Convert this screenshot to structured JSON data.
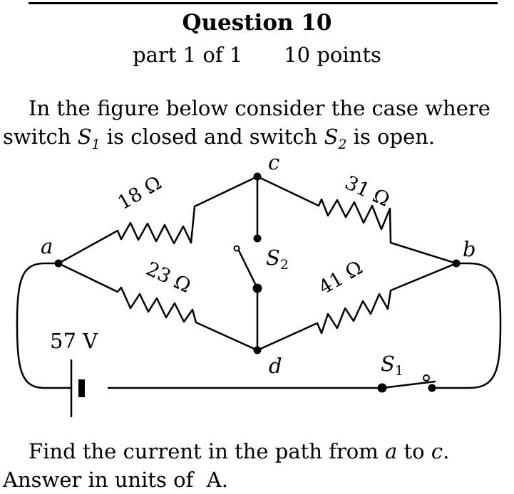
{
  "header": {
    "title": "Question 10",
    "part": "part 1 of 1",
    "points": "10 points"
  },
  "problem": {
    "intro_pre": "In the figure below consider the case where switch ",
    "s1_letter": "S",
    "s1_sub": "1",
    "intro_mid": " is closed and switch ",
    "s2_letter": "S",
    "s2_sub": "2",
    "intro_post": " is open.",
    "question_pre": "Find the current in the path from ",
    "node_a": "a",
    "question_mid": " to ",
    "node_c": "c",
    "question_post": ".",
    "answer_units": "Answer in units of  A."
  },
  "circuit": {
    "nodes": {
      "a": "a",
      "b": "b",
      "c": "c",
      "d": "d"
    },
    "resistors": {
      "r_ac": "18 Ω",
      "r_ad": "23 Ω",
      "r_cb": "31 Ω",
      "r_db": "41 Ω"
    },
    "battery_voltage": "57 V",
    "switch_cd": {
      "letter": "S",
      "sub": "2"
    },
    "switch_main": {
      "letter": "S",
      "sub": "1"
    }
  }
}
